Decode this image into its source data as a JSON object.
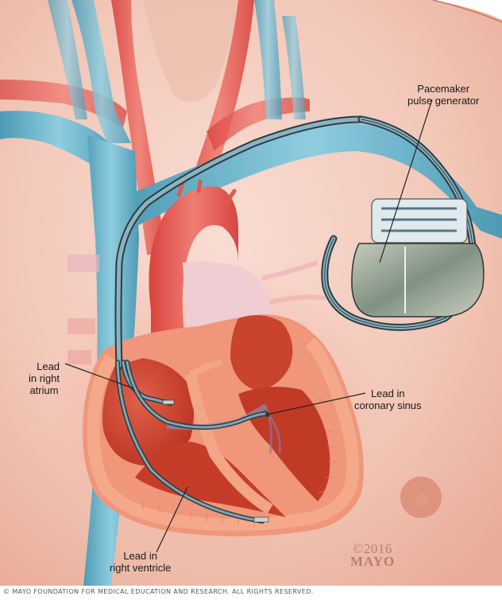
{
  "figure": {
    "title": "Pacemaker implantation illustration",
    "labels": {
      "pulse_generator": {
        "line1": "Pacemaker",
        "line2": "pulse generator"
      },
      "right_atrium": {
        "line1": "Lead",
        "line2": "in right",
        "line3": "atrium"
      },
      "coronary_sinus": {
        "line1": "Lead in",
        "line2": "coronary sinus"
      },
      "right_ventricle": {
        "line1": "Lead in",
        "line2": "right ventricle"
      }
    },
    "watermark": {
      "year": "©2016",
      "brand": "MAYO"
    },
    "colors": {
      "skin": "#f2c9bb",
      "vein": "#6fb3c9",
      "artery": "#e8655f",
      "heart": "#d9503c",
      "myocardium": "#f0a080",
      "lead": "#4b6670",
      "device": "#a9b0a0"
    }
  },
  "footer": {
    "copyright": "© MAYO FOUNDATION FOR MEDICAL EDUCATION AND RESEARCH. ALL RIGHTS RESERVED."
  }
}
